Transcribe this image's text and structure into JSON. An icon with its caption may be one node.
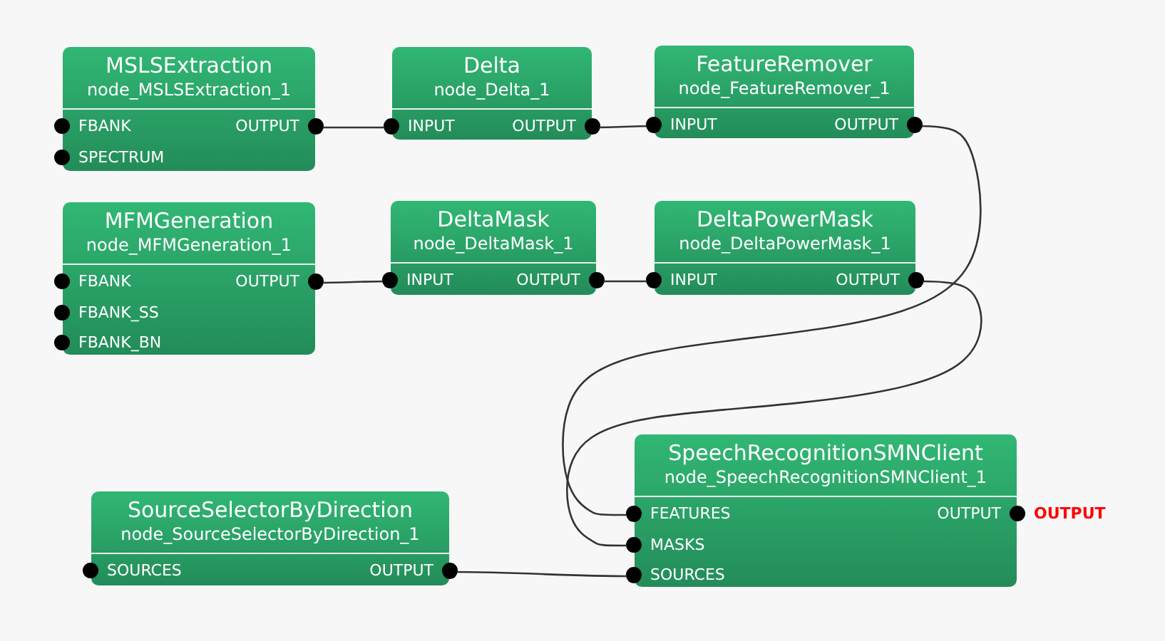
{
  "diagram": {
    "nodes": [
      {
        "text": [
          "MSLSExtraction",
          "node_MSLSExtraction_1"
        ]
      },
      {
        "text": [
          "FBANK"
        ],
        "in": 0
      },
      {
        "text": [
          "SPECTRUM"
        ],
        "in": 0
      },
      {
        "text": [
          "OUTPUT"
        ],
        "in": 0
      },
      {
        "text": [
          "Delta",
          "node_Delta_1"
        ]
      },
      {
        "text": [
          "INPUT"
        ],
        "in": 4
      },
      {
        "text": [
          "OUTPUT"
        ],
        "in": 4
      },
      {
        "text": [
          "FeatureRemover",
          "node_FeatureRemover_1"
        ]
      },
      {
        "text": [
          "INPUT"
        ],
        "in": 7
      },
      {
        "text": [
          "OUTPUT"
        ],
        "in": 7
      },
      {
        "text": [
          "MFMGeneration",
          "node_MFMGeneration_1"
        ]
      },
      {
        "text": [
          "FBANK"
        ],
        "in": 10
      },
      {
        "text": [
          "FBANK_SS"
        ],
        "in": 10
      },
      {
        "text": [
          "FBANK_BN"
        ],
        "in": 10
      },
      {
        "text": [
          "OUTPUT"
        ],
        "in": 10
      },
      {
        "text": [
          "DeltaMask",
          "node_DeltaMask_1"
        ]
      },
      {
        "text": [
          "INPUT"
        ],
        "in": 15
      },
      {
        "text": [
          "OUTPUT"
        ],
        "in": 15
      },
      {
        "text": [
          "DeltaPowerMask",
          "node_DeltaPowerMask_1"
        ]
      },
      {
        "text": [
          "INPUT"
        ],
        "in": 18
      },
      {
        "text": [
          "OUTPUT"
        ],
        "in": 18
      },
      {
        "text": [
          "SpeechRecognitionSMNClient",
          "node_SpeechRecognitionSMNClient_1"
        ]
      },
      {
        "text": [
          "FEATURES"
        ],
        "in": 21
      },
      {
        "text": [
          "MASKS"
        ],
        "in": 21
      },
      {
        "text": [
          "SOURCES"
        ],
        "in": 21
      },
      {
        "text": [
          "OUTPUT"
        ],
        "in": 21,
        "beside": [
          "OUTPUT"
        ]
      },
      {
        "text": [
          "SourceSelectorByDirection",
          "node_SourceSelectorByDirection_1"
        ]
      },
      {
        "text": [
          "SOURCES"
        ],
        "in": 26
      },
      {
        "text": [
          "OUTPUT"
        ],
        "in": 26
      }
    ],
    "edges": [
      {
        "from": 3,
        "to": 5,
        "arrow": "other"
      },
      {
        "from": 6,
        "to": 8,
        "arrow": "other"
      },
      {
        "from": 14,
        "to": 16,
        "arrow": "other"
      },
      {
        "from": 17,
        "to": 19,
        "arrow": "other"
      },
      {
        "from": 9,
        "to": 22,
        "arrow": "other"
      },
      {
        "from": 20,
        "to": 23,
        "arrow": "other"
      },
      {
        "from": 28,
        "to": 24,
        "arrow": "other"
      }
    ]
  }
}
